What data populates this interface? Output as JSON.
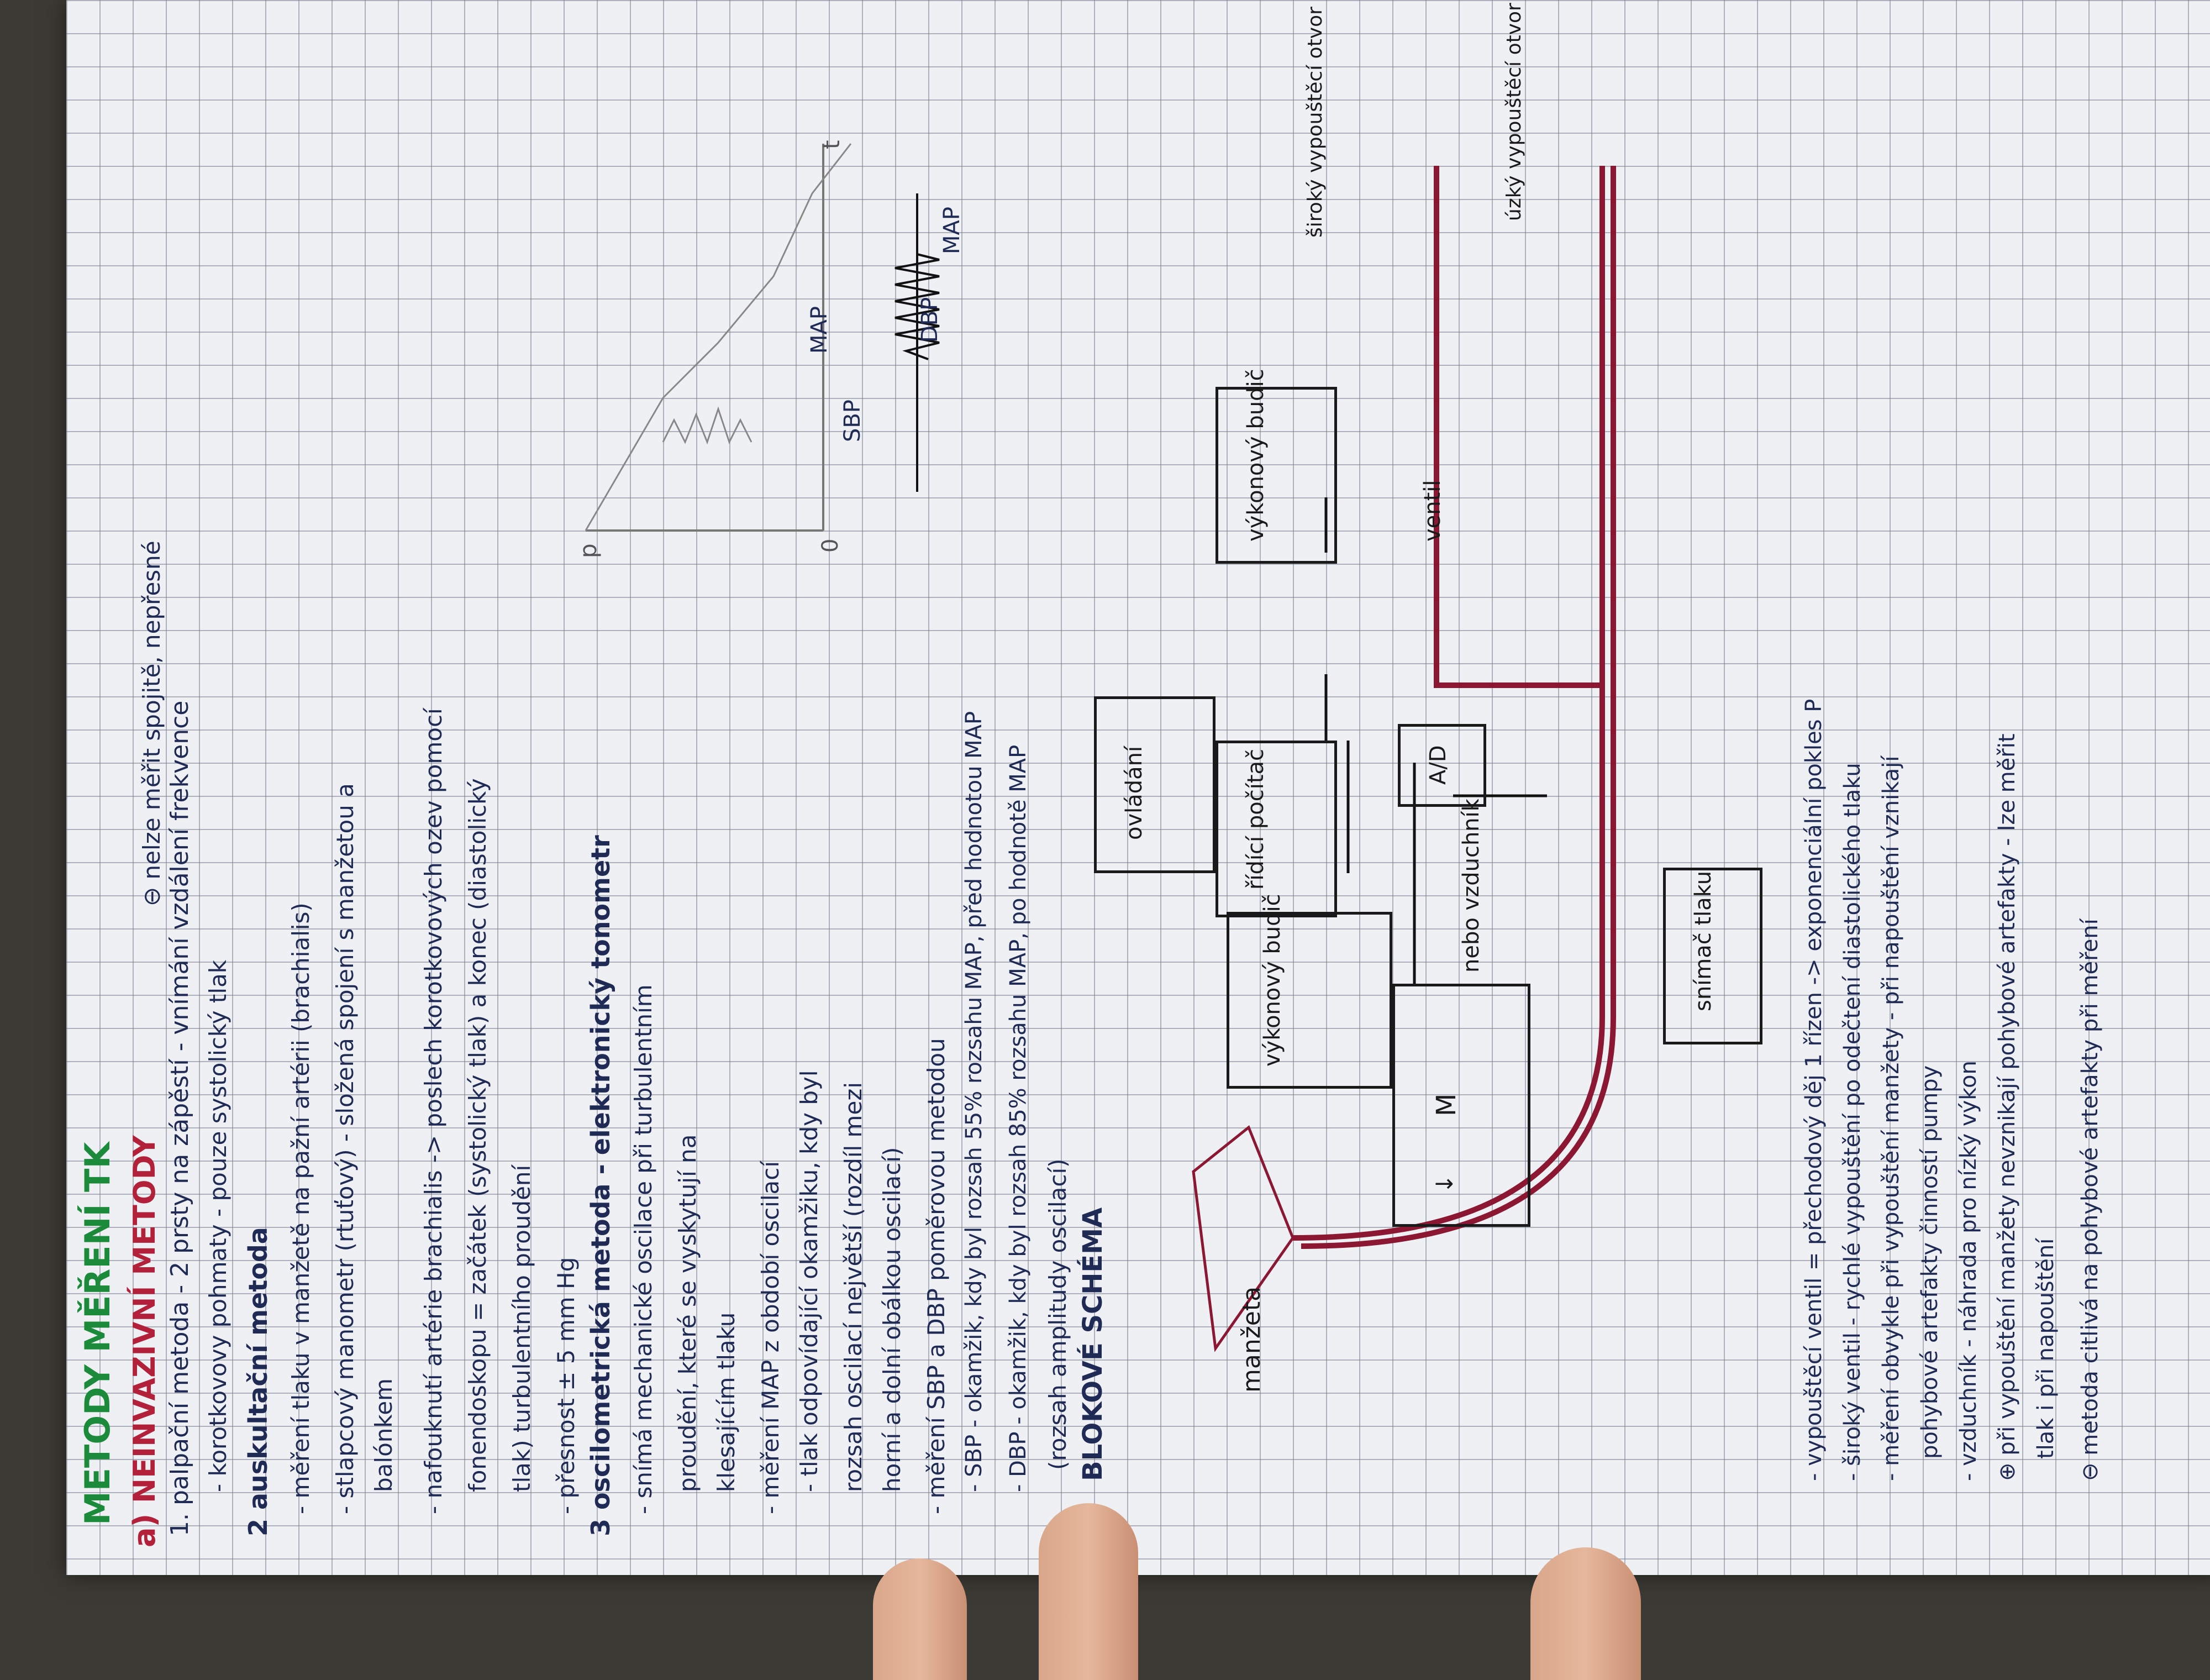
{
  "title": "METODY MĚŘENÍ TK",
  "section_a": "a) NEINVAZIVNÍ METODY",
  "col1": [
    "1. palpační metoda - 2 prsty na zápěstí - vnímání vzdálení frekvence",
    "- korotkovovy pohmaty - pouze systolický tlak",
    "2 auskultační metoda",
    "- měření tlaku v manžetě na pažní artérii (brachialis)",
    "- stlapcový manometr (rtuťový) - složená spojení s manžetou a",
    "balónkem",
    "- nafouknutí artérie brachialis -> poslech korotkovových ozev pomocí",
    "fonendoskopu = začátek (systolický tlak) a konec (diastolický",
    "tlak) turbulentního proudění",
    "- přesnost ± 5 mm Hg",
    "3 oscilometrická metoda - elektronický tonometr",
    "- snímá mechanické oscilace při turbulentním",
    "proudění, které se vyskytují na",
    "klesajícím tlaku",
    "- měření MAP z období oscilací",
    "- tlak odpovídající okamžiku, kdy byl",
    "rozsah oscilací největší (rozdíl mezi",
    "horní a dolní obálkou oscilací)",
    "- měření SBP a DBP poměrovou metodou",
    "- SBP - okamžik, kdy byl rozsah 55% rozsahu MAP, před hodnotou MAP",
    "- DBP - okamžik, kdy byl rozsah 85% rozsahu MAP, po hodnotě MAP",
    "(rozsah amplitudy oscilací)",
    "BLOKOVÉ SCHÉMA"
  ],
  "col_right_top": "⊖ nelze měřit spojitě, nepřesné",
  "graph": {
    "axis_p": "p",
    "axis_t": "t",
    "origin": "0",
    "label_map1": "MAP",
    "label_map2": "MAP",
    "label_sbp": "SBP",
    "label_dbp": "DBP"
  },
  "diagram": {
    "cuff": "manžeta",
    "pump_symbol": "M",
    "valve_symbol": "↓",
    "pump_note": "nebo vzduchník",
    "driver1": "výkonový budič",
    "driver2": "výkonový budič",
    "controls": "ovládání",
    "controller": "řídící počítač",
    "adc": "A/D",
    "sensor": "snímač tlaku",
    "valve": "ventil",
    "wide": "široký vypouštěcí otvor",
    "narrow": "úzký vypouštěcí otvor"
  },
  "col_bottom": [
    "- vypouštěcí ventil = přechodový děj 1 řízen -> exponenciální pokles P",
    "- široký ventil - rychlé vypouštění po odečtení diastolického tlaku",
    "- měření obvykle při vypouštění manžety - při napouštění vznikají",
    "pohybové artefakty činností pumpy",
    "- vzduchník - náhrada pro nízký výkon",
    "⊕ při vypouštění manžety nevznikají pohybové artefakty - lze měřit",
    "tlak i při napouštění",
    "⊖ metoda citlivá na pohybové artefakty při měření"
  ],
  "colors": {
    "ink": "#1f2a55",
    "title": "#1b8a3a",
    "red": "#b3203a",
    "highlight": "#ff9640"
  }
}
